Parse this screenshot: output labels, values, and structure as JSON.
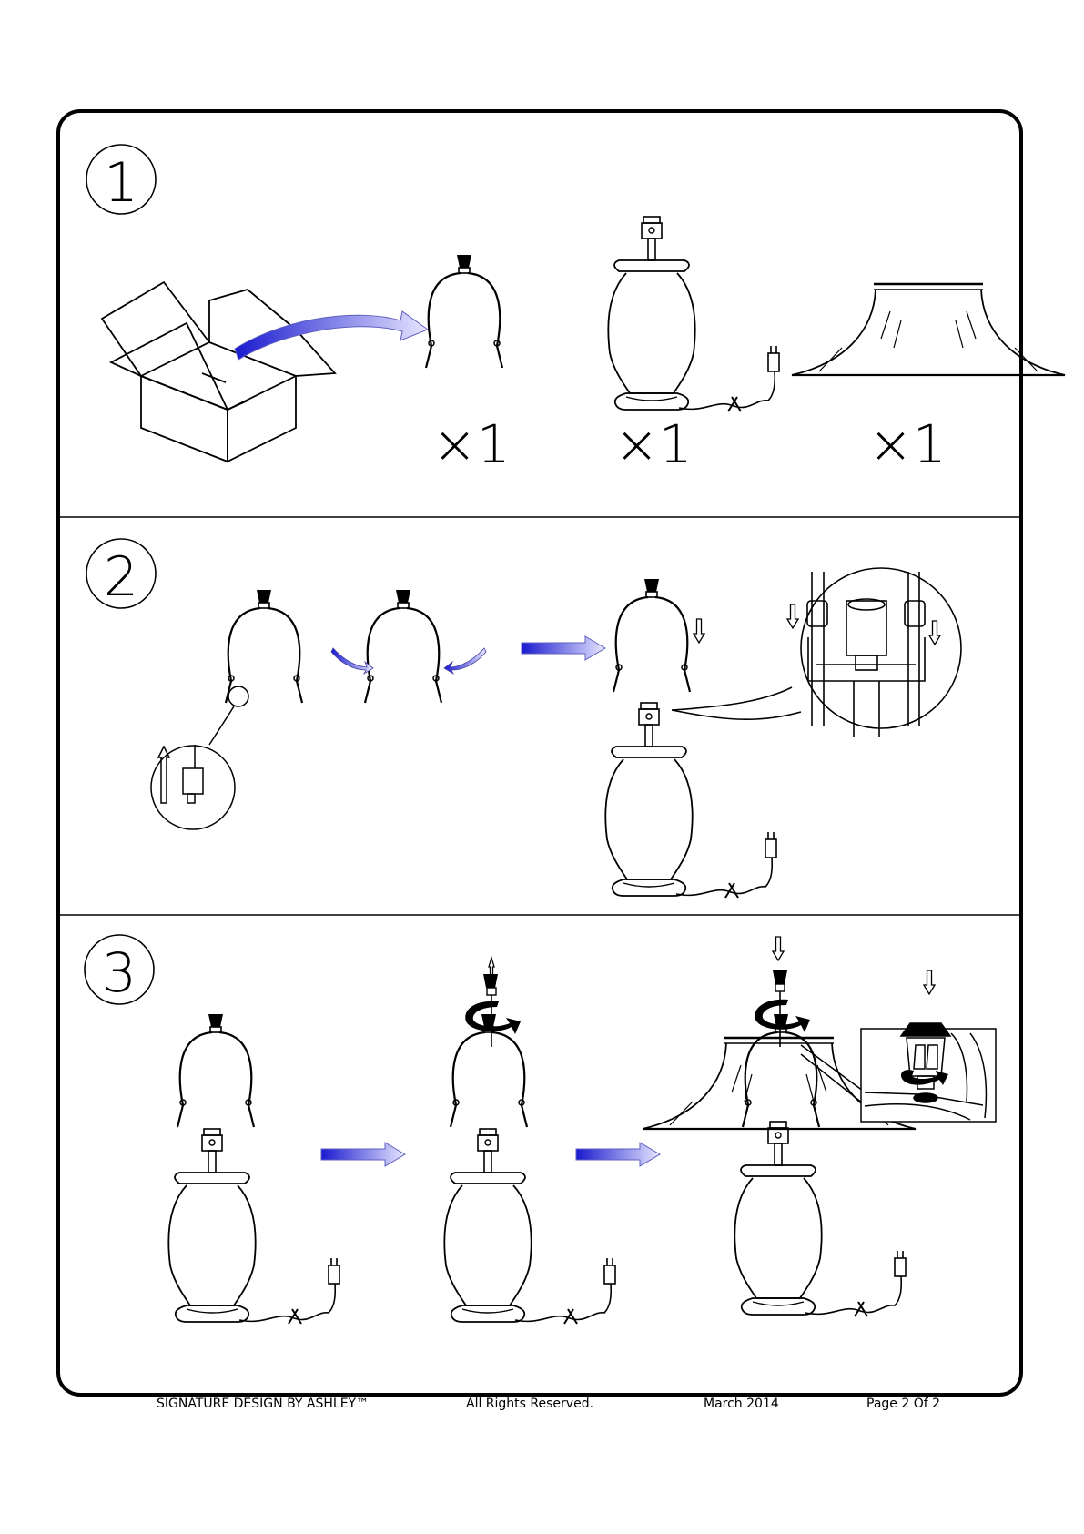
{
  "steps": [
    {
      "number": "1",
      "quantities": [
        "×1",
        "×1",
        "×1"
      ]
    },
    {
      "number": "2"
    },
    {
      "number": "3"
    }
  ],
  "footer": {
    "brand": "SIGNATURE DESIGN BY ASHLEY™",
    "rights": "All Rights Reserved.",
    "date": "March 2014",
    "page": "Page 2 Of 2"
  },
  "colors": {
    "arrow_dark": "#1a1ad0",
    "arrow_light": "#e6e6ff",
    "line": "#000000"
  }
}
